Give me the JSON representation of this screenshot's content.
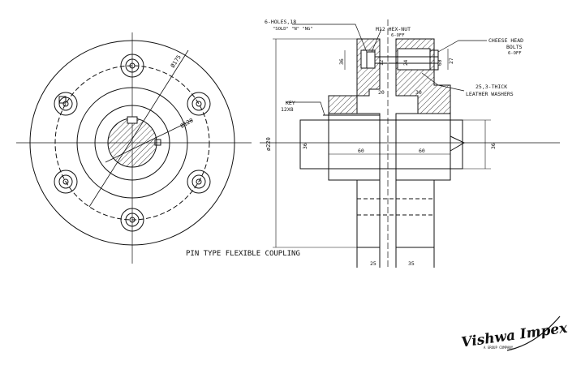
{
  "drawing": {
    "title": "PIN TYPE FLEXIBLE COUPLING",
    "labels": {
      "holes_line1": "6-HOLES,18",
      "holes_line2": "\"SOLD\" \"N\" \"NG\"",
      "hex_nut_line1": "M12 HEX-NUT",
      "hex_nut_line2": "6-OFF",
      "cheese_line1": "CHEESE HEAD",
      "cheese_line2": "BOLTS",
      "cheese_line3": "6-OFF",
      "washer_line1": "25,3-THICK",
      "washer_line2": "LEATHER WASHERS",
      "key_line1": "KEY",
      "key_line2": "12X8"
    },
    "dimensions": {
      "d175": "Ø175",
      "d120": "Ø120",
      "od": "ø220",
      "d60": "60",
      "d36_left": "36",
      "d36_right": "36",
      "d27": "27",
      "d20": "20",
      "d30": "30",
      "d12": "12",
      "d24": "24",
      "d60_left": "60",
      "d60_right": "60",
      "d25": "25",
      "d35": "35"
    }
  },
  "logo": {
    "name": "Vishwa Impex",
    "tagline": "A GROUP COMPANY"
  },
  "colors": {
    "line": "#111111",
    "paper": "#ffffff"
  }
}
